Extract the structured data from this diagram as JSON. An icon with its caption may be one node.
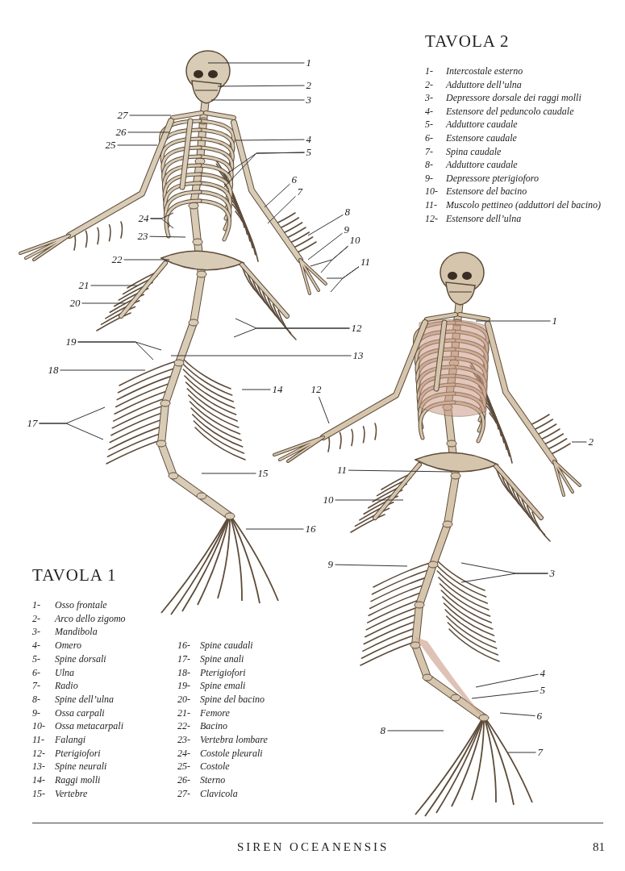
{
  "diagram": {
    "nodes": [
      {
        "text": [
          "1"
        ]
      },
      {
        "text": [
          "2"
        ]
      },
      {
        "text": [
          "3"
        ]
      },
      {
        "text": [
          "4"
        ]
      },
      {
        "text": [
          "5"
        ]
      },
      {
        "text": [
          "6"
        ]
      },
      {
        "text": [
          "7"
        ]
      },
      {
        "text": [
          "8"
        ]
      },
      {
        "text": [
          "9"
        ]
      },
      {
        "text": [
          "10"
        ]
      },
      {
        "text": [
          "11"
        ]
      },
      {
        "text": [
          "12"
        ]
      },
      {
        "text": [
          "13"
        ]
      },
      {
        "text": [
          "14"
        ]
      },
      {
        "text": [
          "15"
        ]
      },
      {
        "text": [
          "16"
        ]
      },
      {
        "text": [
          "17"
        ]
      },
      {
        "text": [
          "18"
        ]
      },
      {
        "text": [
          "19"
        ]
      },
      {
        "text": [
          "20"
        ]
      },
      {
        "text": [
          "21"
        ]
      },
      {
        "text": [
          "22"
        ]
      },
      {
        "text": [
          "23"
        ]
      },
      {
        "text": [
          "24"
        ]
      },
      {
        "text": [
          "25"
        ]
      },
      {
        "text": [
          "26"
        ]
      },
      {
        "text": [
          "27"
        ]
      },
      {
        "text": [
          "1"
        ]
      },
      {
        "text": [
          "2"
        ]
      },
      {
        "text": [
          "3"
        ]
      },
      {
        "text": [
          "4"
        ]
      },
      {
        "text": [
          "5"
        ]
      },
      {
        "text": [
          "6"
        ]
      },
      {
        "text": [
          "7"
        ]
      },
      {
        "text": [
          "8"
        ]
      },
      {
        "text": [
          "9"
        ]
      },
      {
        "text": [
          "10"
        ]
      },
      {
        "text": [
          "11"
        ]
      },
      {
        "text": [
          "12"
        ]
      }
    ],
    "edges": [
      {
        "from": 0,
        "to": null,
        "arrow": "none"
      },
      {
        "from": 1,
        "to": null,
        "arrow": "none"
      },
      {
        "from": 2,
        "to": null,
        "arrow": "none"
      },
      {
        "from": 3,
        "to": null,
        "arrow": "none"
      },
      {
        "from": 4,
        "to": null,
        "arrow": "none"
      },
      {
        "from": 4,
        "to": null,
        "arrow": "none"
      },
      {
        "from": 5,
        "to": null,
        "arrow": "none"
      },
      {
        "from": 6,
        "to": null,
        "arrow": "none"
      },
      {
        "from": 7,
        "to": null,
        "arrow": "none"
      },
      {
        "from": 8,
        "to": null,
        "arrow": "none"
      },
      {
        "from": 9,
        "to": null,
        "arrow": "none"
      },
      {
        "from": 9,
        "to": null,
        "arrow": "none"
      },
      {
        "from": 10,
        "to": null,
        "arrow": "none"
      },
      {
        "from": 10,
        "to": null,
        "arrow": "none"
      },
      {
        "from": 11,
        "to": null,
        "arrow": "none"
      },
      {
        "from": 11,
        "to": null,
        "arrow": "none"
      },
      {
        "from": 12,
        "to": null,
        "arrow": "none"
      },
      {
        "from": 13,
        "to": null,
        "arrow": "none"
      },
      {
        "from": 14,
        "to": null,
        "arrow": "none"
      },
      {
        "from": 15,
        "to": null,
        "arrow": "none"
      },
      {
        "from": 16,
        "to": null,
        "arrow": "none"
      },
      {
        "from": 16,
        "to": null,
        "arrow": "none"
      },
      {
        "from": 17,
        "to": null,
        "arrow": "none"
      },
      {
        "from": 18,
        "to": null,
        "arrow": "none"
      },
      {
        "from": 18,
        "to": null,
        "arrow": "none"
      },
      {
        "from": 19,
        "to": null,
        "arrow": "none"
      },
      {
        "from": 20,
        "to": null,
        "arrow": "none"
      },
      {
        "from": 21,
        "to": null,
        "arrow": "none"
      },
      {
        "from": 22,
        "to": null,
        "arrow": "none"
      },
      {
        "from": 23,
        "to": null,
        "arrow": "none"
      },
      {
        "from": 23,
        "to": null,
        "arrow": "none"
      },
      {
        "from": 24,
        "to": null,
        "arrow": "none"
      },
      {
        "from": 25,
        "to": null,
        "arrow": "none"
      },
      {
        "from": 26,
        "to": null,
        "arrow": "none"
      },
      {
        "from": 27,
        "to": null,
        "arrow": "none"
      },
      {
        "from": 28,
        "to": null,
        "arrow": "none"
      },
      {
        "from": 29,
        "to": null,
        "arrow": "none"
      },
      {
        "from": 29,
        "to": null,
        "arrow": "none"
      },
      {
        "from": 30,
        "to": null,
        "arrow": "none"
      },
      {
        "from": 31,
        "to": null,
        "arrow": "none"
      },
      {
        "from": 32,
        "to": null,
        "arrow": "none"
      },
      {
        "from": 33,
        "to": null,
        "arrow": "none"
      },
      {
        "from": 34,
        "to": null,
        "arrow": "none"
      },
      {
        "from": 35,
        "to": null,
        "arrow": "none"
      },
      {
        "from": 36,
        "to": null,
        "arrow": "none"
      },
      {
        "from": 37,
        "to": null,
        "arrow": "none"
      },
      {
        "from": 38,
        "to": null,
        "arrow": "none"
      }
    ],
    "labels": [
      "TAVOLA 2",
      "1-",
      "Intercostale esterno",
      "2-",
      "Adduttore dell’ulna",
      "3-",
      "Depressore dorsale dei raggi molli",
      "4-",
      "Estensore del peduncolo caudale",
      "5-",
      "Adduttore caudale",
      "6-",
      "Estensore caudale",
      "7-",
      "Spina caudale",
      "8-",
      "Adduttore caudale",
      "9-",
      "Depressore pterigioforo",
      "10-",
      "Estensore del bacino",
      "11-",
      "Muscolo pettineo (adduttori del bacino)",
      "12-",
      "Estensore dell’ulna",
      "TAVOLA 1",
      "1-",
      "Osso frontale",
      "2-",
      "Arco dello zigomo",
      "3-",
      "Mandibola",
      "4-",
      "Omero",
      "5-",
      "Spine dorsali",
      "6-",
      "Ulna",
      "7-",
      "Radio",
      "8-",
      "Spine dell’ulna",
      "9-",
      "Ossa carpali",
      "10-",
      "Ossa metacarpali",
      "11-",
      "Falangi",
      "12-",
      "Pterigiofori",
      "13-",
      "Spine neurali",
      "14-",
      "Raggi molli",
      "15-",
      "Vertebre",
      "16-",
      "Spine caudali",
      "17-",
      "Spine anali",
      "18-",
      "Pterigiofori",
      "19-",
      "Spine emali",
      "20-",
      "Spine del bacino",
      "21-",
      "Femore",
      "22-",
      "Bacino",
      "23-",
      "Vertebra lombare",
      "24-",
      "Costole pleurali",
      "25-",
      "Costole",
      "26-",
      "Sterno",
      "27-",
      "Clavicola",
      "SIREN OCEANENSIS",
      "81"
    ]
  }
}
